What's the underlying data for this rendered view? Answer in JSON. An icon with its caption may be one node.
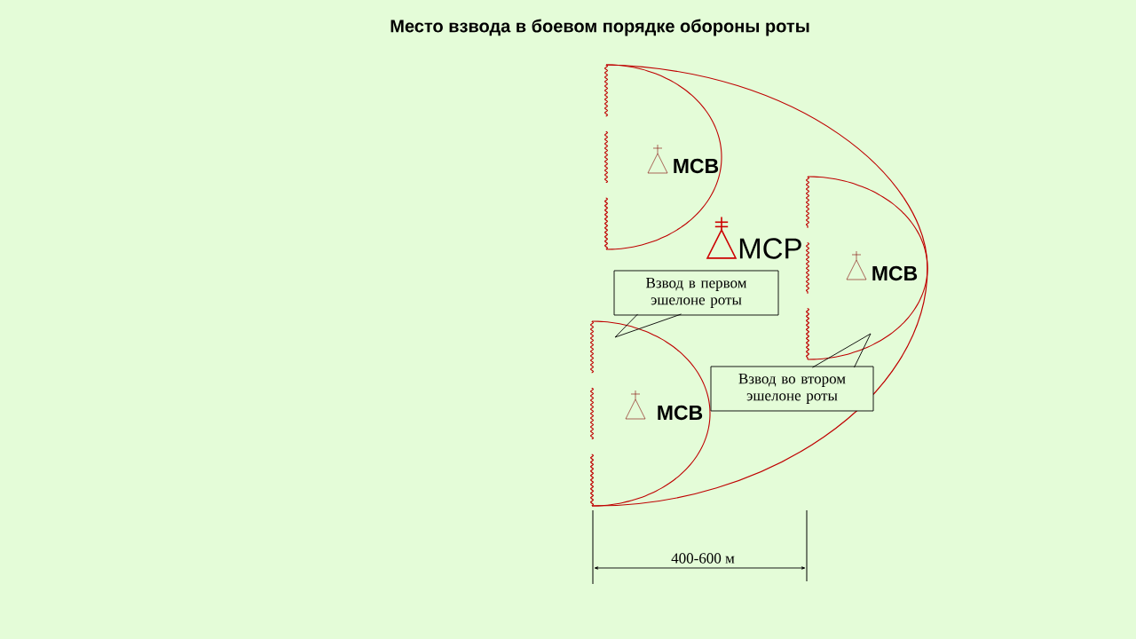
{
  "diagram": {
    "title": "Место взвода в боевом порядке обороны роты",
    "nodes": [
      {
        "text": [
          "МСВ"
        ]
      },
      {
        "text": [
          "МСВ"
        ]
      },
      {
        "text": [
          "МСВ"
        ]
      },
      {
        "text": [
          "Взвод в первом эшелоне роты"
        ]
      },
      {
        "text": [
          "Взвод во втором эшелоне роты"
        ]
      }
    ],
    "edges": [
      {
        "from": 3,
        "to": 2,
        "arrow": "none"
      },
      {
        "from": 4,
        "to": 1,
        "arrow": "none"
      }
    ],
    "labels": [
      "МСР",
      "400-600 м"
    ]
  }
}
